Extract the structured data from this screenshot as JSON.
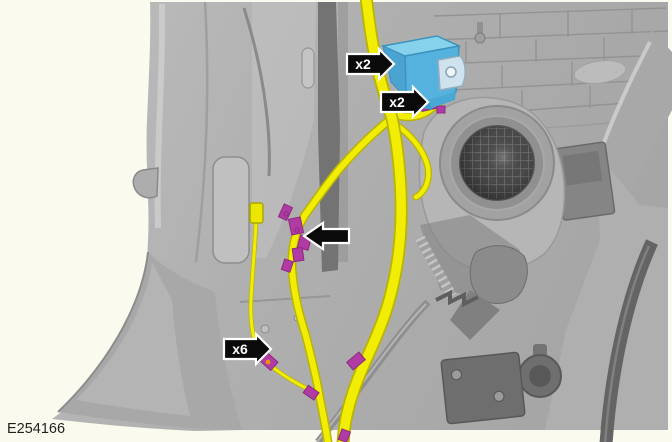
{
  "figure": {
    "id_label": "E254166"
  },
  "callouts": {
    "module_upper": {
      "label": "x2"
    },
    "module_lower": {
      "label": "x2"
    },
    "harness_clips": {
      "label": "x6"
    }
  },
  "icons": {
    "arrow_right": "callout-arrow-right",
    "arrow_left": "callout-arrow-left"
  },
  "colors": {
    "background": "#fbfaef",
    "panel_grey": "#b3b3b3",
    "harness_yellow": "#f1ed05",
    "harness_outline": "#b9b400",
    "connector_magenta": "#b23aa4",
    "module_blue": "#58b3de",
    "module_blue_light": "#8ad4ef",
    "callout_fill": "#0a0a0a",
    "callout_outline": "#ffffff",
    "figure_text": "#1f1f1f"
  }
}
